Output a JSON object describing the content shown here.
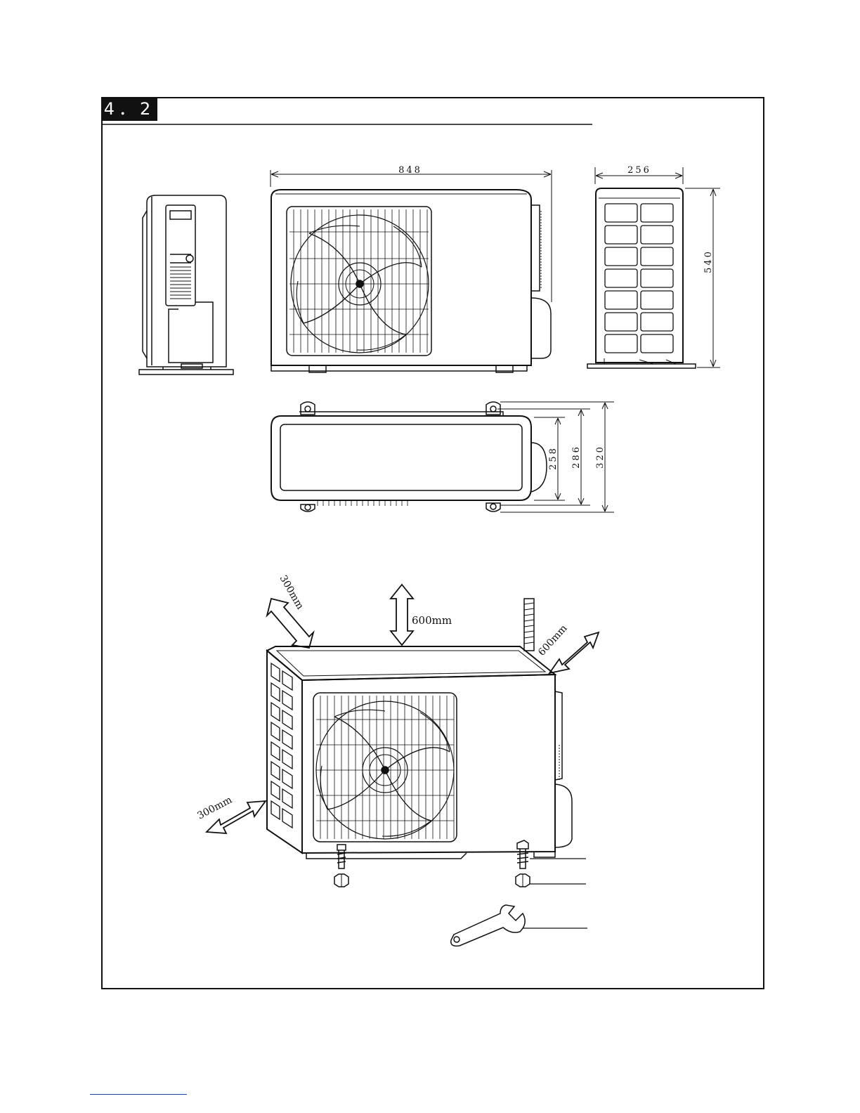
{
  "section": {
    "label": "4．2"
  },
  "dimensions": {
    "width": "848",
    "depth": "256",
    "height": "540",
    "foot_inner": "258",
    "foot_mid": "286",
    "foot_outer": "320"
  },
  "clearances": {
    "top": "600mm",
    "rear": "300mm",
    "left": "300mm",
    "right": "600mm"
  }
}
